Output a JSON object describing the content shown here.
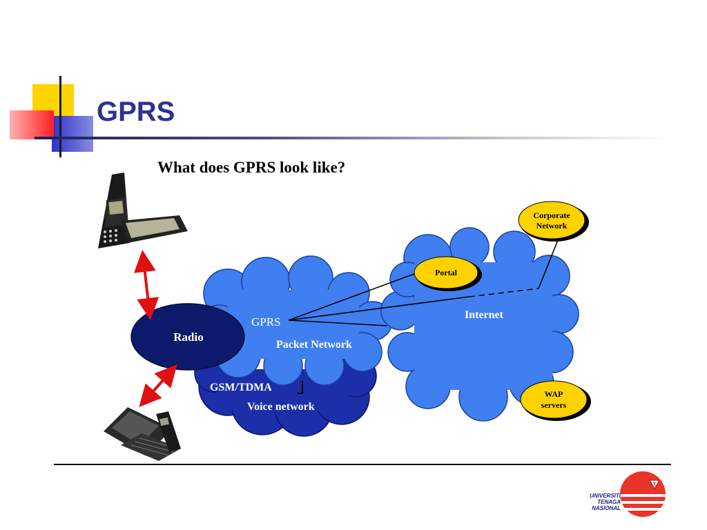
{
  "slide": {
    "title": "GPRS",
    "subtitle": "What does GPRS look like?"
  },
  "diagram": {
    "radio_label": "Radio",
    "gprs_label": "GPRS",
    "packet_network_label": "Packet Network",
    "gsm_label": "GSM/TDMA",
    "voice_network_label": "Voice network",
    "internet_label": "Internet",
    "portal_label": "Portal",
    "corporate_line1": "Corporate",
    "corporate_line2": "Network",
    "wap_line1": "WAP",
    "wap_line2": "servers"
  },
  "logo": {
    "line1": "UNIVERSITI",
    "line2": "TENAGA",
    "line3": "NASIONAL"
  },
  "colors": {
    "title": "#2e3192",
    "cloud_light": "#3f7ff0",
    "cloud_dark": "#1c2ea8",
    "radio": "#0d1a6b",
    "server_fill": "#ffd200",
    "arrow": "#e01010"
  }
}
